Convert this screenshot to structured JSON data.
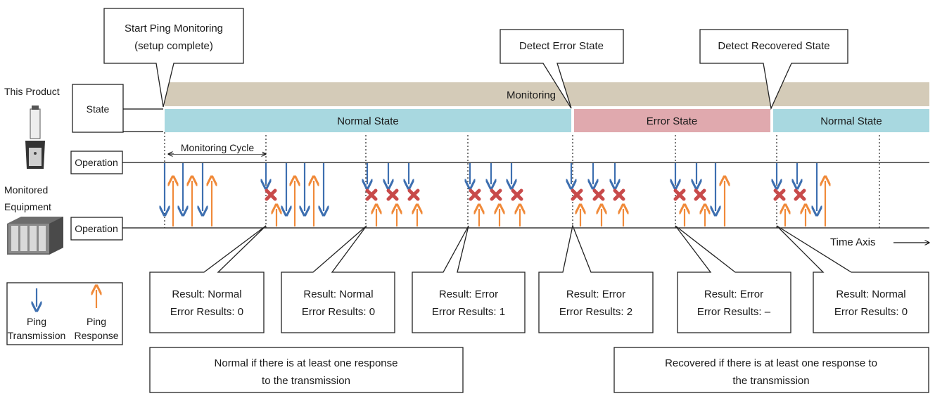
{
  "left_labels": {
    "this_product": "This Product",
    "monitored_equipment_1": "Monitored",
    "monitored_equipment_2": "Equipment",
    "state": "State",
    "operation_top": "Operation",
    "operation_bottom": "Operation"
  },
  "callouts": {
    "start_line1": "Start Ping Monitoring",
    "start_line2": "(setup complete)",
    "detect_error": "Detect Error State",
    "detect_recovered": "Detect Recovered State"
  },
  "bars": {
    "monitoring": "Monitoring",
    "normal_1": "Normal State",
    "error": "Error State",
    "normal_2": "Normal State"
  },
  "monitoring_cycle": "Monitoring Cycle",
  "time_axis": "Time Axis",
  "results": [
    {
      "line1": "Result: Normal",
      "line2": "Error Results: 0"
    },
    {
      "line1": "Result: Normal",
      "line2": "Error Results: 0"
    },
    {
      "line1": "Result: Error",
      "line2": "Error Results: 1"
    },
    {
      "line1": "Result: Error",
      "line2": "Error Results: 2"
    },
    {
      "line1": "Result: Error",
      "line2": "Error Results: –"
    },
    {
      "line1": "Result: Normal",
      "line2": "Error Results: 0"
    }
  ],
  "notes": {
    "normal_line1": "Normal if there is at least one response",
    "normal_line2": "to the transmission",
    "recovered_line1": "Recovered if there is at least one response to",
    "recovered_line2": "the transmission"
  },
  "legend": {
    "tx_line1": "Ping",
    "tx_line2": "Transmission",
    "rx_line1": "Ping",
    "rx_line2": "Response"
  },
  "colors": {
    "monitoring_bar": "#d4cbb8",
    "normal_bar": "#a8d8e0",
    "error_bar": "#e0a9ae",
    "transmission": "#3d6fb0",
    "response": "#f08a3a",
    "failure_mark": "#c84a4a"
  }
}
